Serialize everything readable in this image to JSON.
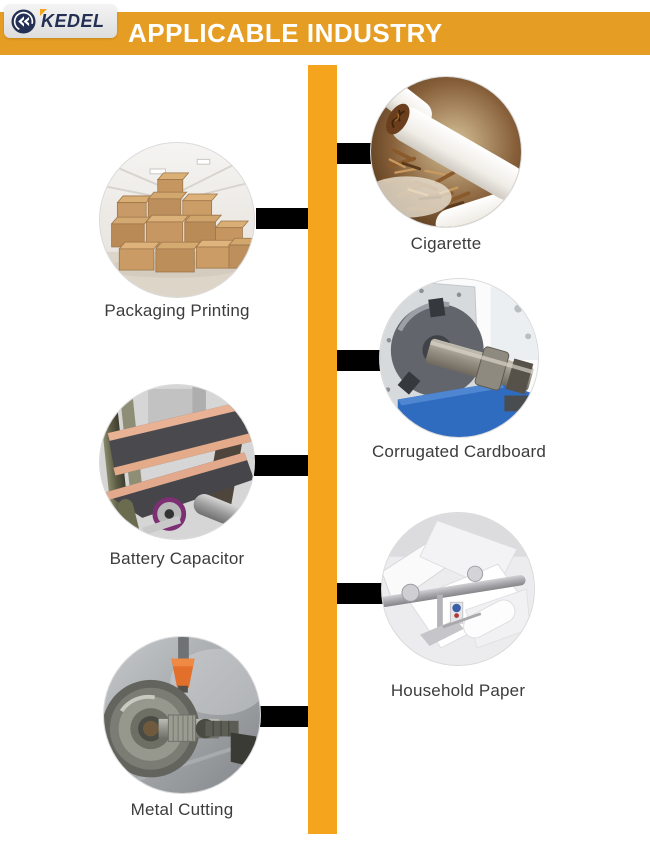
{
  "brand": {
    "name_initial": "K",
    "name_rest": "EDEL",
    "logo_icon": "kedel-circle-k-icon",
    "navy_color": "#233054",
    "accent_color": "#F5A41E"
  },
  "header": {
    "title": "APPLICABLE INDUSTRY",
    "band_color": "#E69D24",
    "text_color": "#FFFFFF"
  },
  "diagram": {
    "spine_color": "#F5A41E",
    "connector_color": "#000000",
    "industries": [
      {
        "label": "Packaging Printing",
        "side": "left",
        "image": "cardboard-boxes-warehouse"
      },
      {
        "label": "Cigarette",
        "side": "right",
        "image": "cigarettes-with-tobacco"
      },
      {
        "label": "Corrugated Cardboard",
        "side": "right",
        "image": "corrugating-machine-roller"
      },
      {
        "label": "Battery Capacitor",
        "side": "left",
        "image": "battery-electrode-film-line"
      },
      {
        "label": "Household Paper",
        "side": "right",
        "image": "tissue-paper-machine"
      },
      {
        "label": "Metal Cutting",
        "side": "left",
        "image": "cnc-lathe-chuck"
      }
    ]
  }
}
